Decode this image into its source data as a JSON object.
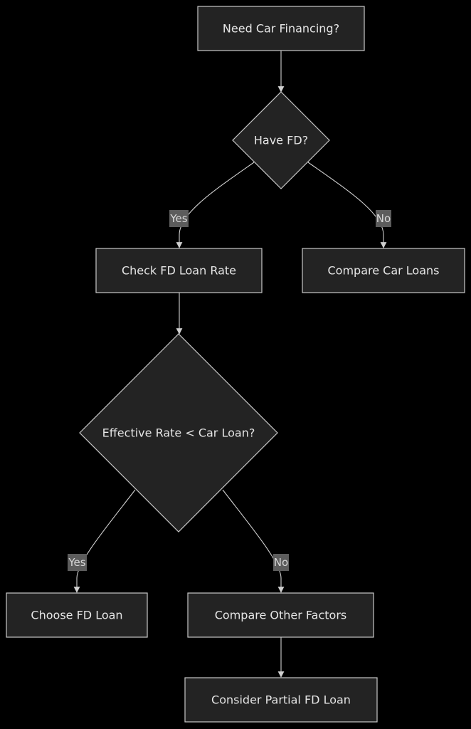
{
  "nodes": {
    "need_financing": "Need Car Financing?",
    "have_fd": "Have FD?",
    "check_fd_rate": "Check FD Loan Rate",
    "compare_car_loans": "Compare Car Loans",
    "effective_rate": "Effective Rate < Car Loan?",
    "choose_fd_loan": "Choose FD Loan",
    "compare_other_factors": "Compare Other Factors",
    "consider_partial": "Consider Partial FD Loan"
  },
  "edge_labels": {
    "have_fd_yes": "Yes",
    "have_fd_no": "No",
    "effective_yes": "Yes",
    "effective_no": "No"
  },
  "colors": {
    "background": "#000000",
    "node_fill": "#232323",
    "node_stroke": "#c8c8c8",
    "edge_stroke": "#d0d0d0",
    "edge_label_bg": "#5c5c5c",
    "text": "#e6e6e6"
  }
}
